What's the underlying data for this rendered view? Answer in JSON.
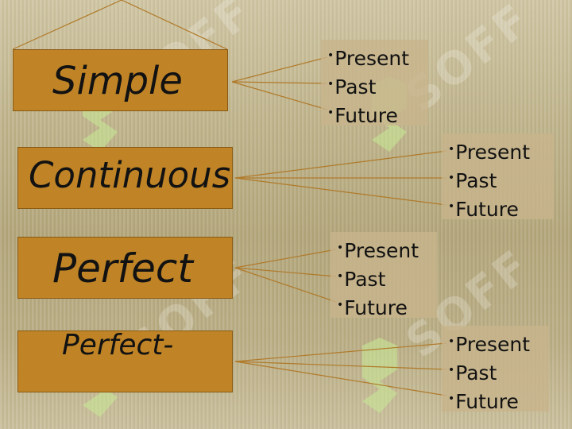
{
  "tenses": [
    {
      "label": "Simple"
    },
    {
      "label": "Continuous"
    },
    {
      "label": "Perfect"
    },
    {
      "label": "Perfect-"
    }
  ],
  "forms": [
    "Present",
    "Past",
    "Future"
  ],
  "bullet": "•",
  "watermark": "SOFF",
  "colors": {
    "box_fill": "#c08426",
    "line": "#b07a2a",
    "list_bg": "#c8b48c",
    "watermark_icon": "#b8d98a"
  }
}
